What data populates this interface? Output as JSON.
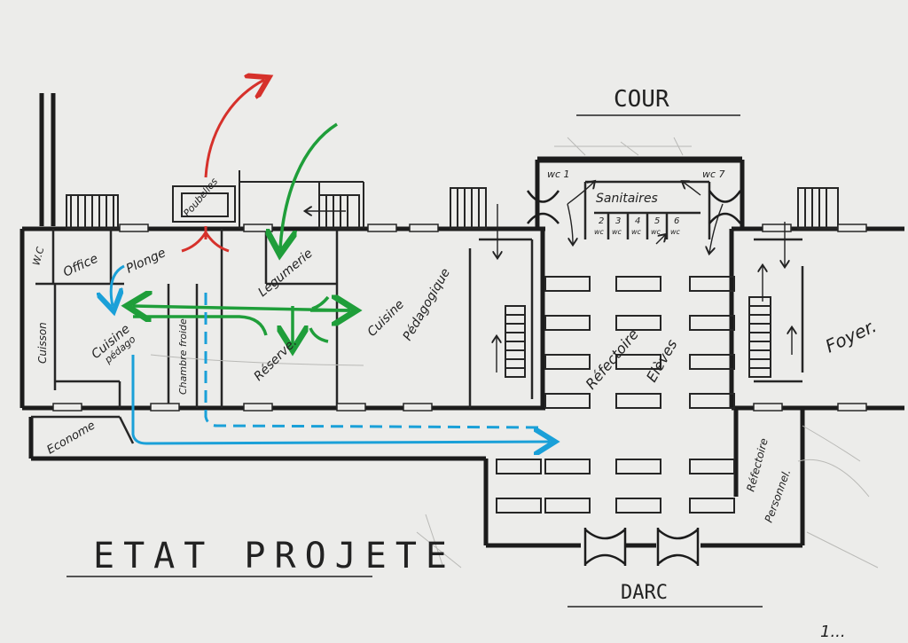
{
  "plan": {
    "title": "ETAT PROJETE",
    "top_label": "COUR",
    "bottom_label": "DARC",
    "corner_note": "1...",
    "rooms": {
      "wc": "W.C",
      "office": "Office",
      "plonge": "Plonge",
      "poubelles": "Poubelles",
      "legumerie": "Légumerie",
      "cuisson": "Cuisson",
      "cuisine_line1": "Cuisine",
      "cuisine_line2": "pédago",
      "chambre_froide": "Chambre froide",
      "reserve": "Réserve.",
      "cuisine_ped_line1": "Cuisine",
      "cuisine_ped_line2": "Pédagogique",
      "econome": "Econome",
      "sanitaires": "Sanitaires",
      "wc1": "wc 1",
      "wc7": "wc 7",
      "wc_numbers": [
        "2",
        "3",
        "4",
        "5",
        "6"
      ],
      "wc_abbrev": "wc",
      "refectoire_eleves_line1": "Réfectoire",
      "refectoire_eleves_line2": "Elèves",
      "foyer": "Foyer.",
      "refectoire_personnel_line1": "Réfectoire",
      "refectoire_personnel_line2": "Personnel."
    },
    "flow_colors": {
      "waste": "#d6312b",
      "vegetables": "#1f9e3a",
      "service": "#1aa0d8",
      "wall": "#1c1c1c",
      "paper": "#ececea"
    }
  }
}
